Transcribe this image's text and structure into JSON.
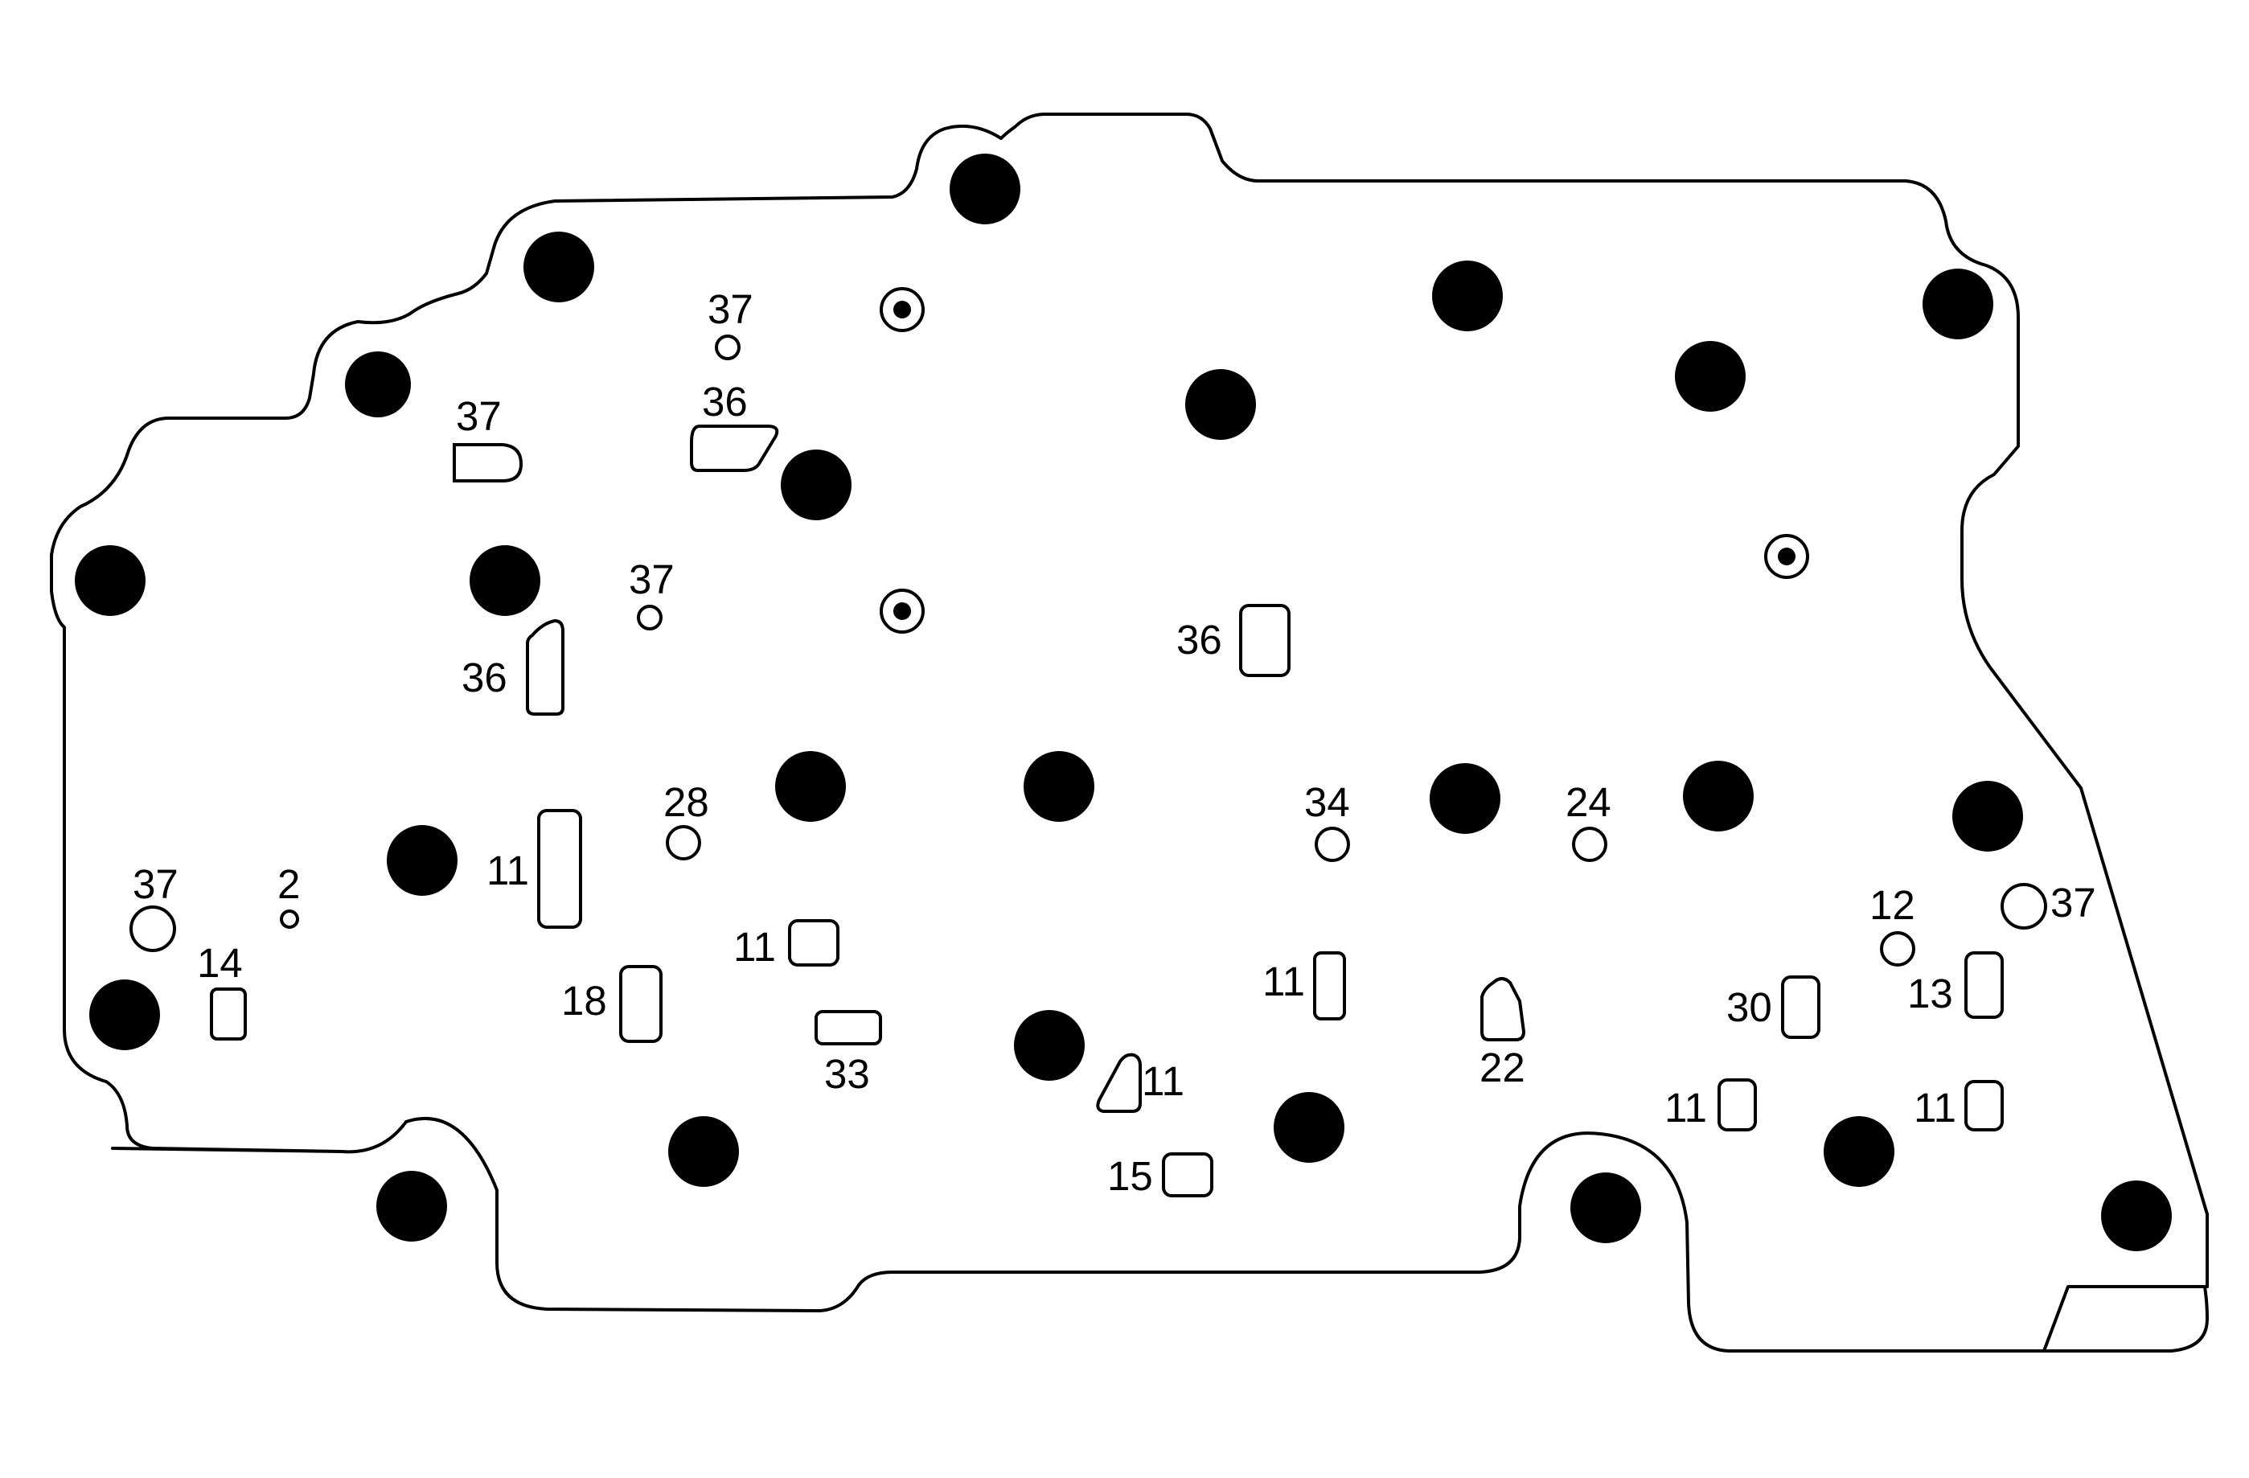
{
  "callouts": {
    "c37_top": "37",
    "c36_top": "36",
    "c37_left_top": "37",
    "c37_mid": "37",
    "c36_left": "36",
    "c36_center": "36",
    "c28": "28",
    "c34": "34",
    "c24": "24",
    "c37_far_left": "37",
    "c2": "2",
    "c11_tall": "11",
    "c14": "14",
    "c11_center": "11",
    "c18": "18",
    "c33": "33",
    "c11_mid": "11",
    "c11_slanted": "11",
    "c15": "15",
    "c22": "22",
    "c12": "12",
    "c37_right": "37",
    "c13": "13",
    "c30": "30",
    "c11_lower_right_a": "11",
    "c11_lower_right_b": "11"
  },
  "colors": {
    "line": "#000000",
    "background": "#ffffff"
  }
}
